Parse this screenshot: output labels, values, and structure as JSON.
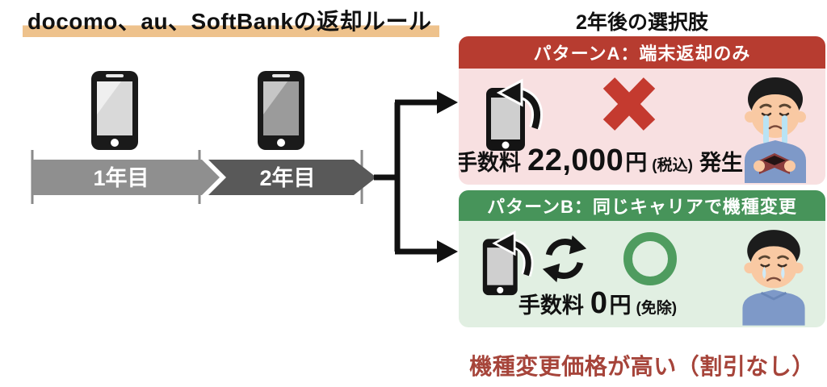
{
  "title": "docomo、au、SoftBankの返却ルール",
  "right": {
    "header": "2年後の選択肢",
    "footer_note": "機種変更価格が高い（割引なし）"
  },
  "timeline": {
    "year1": "1年目",
    "year2": "2年目"
  },
  "pattern_a": {
    "header": "パターンA：端末返却のみ",
    "fee_label": "手数料",
    "fee_amount": "22,000",
    "fee_unit": "円",
    "fee_note": "(税込)",
    "fee_suffix": "発生"
  },
  "pattern_b": {
    "header": "パターンB：同じキャリアで機種変更",
    "fee_label": "手数料",
    "fee_amount": "0",
    "fee_unit": "円",
    "fee_note": "(免除)"
  },
  "icons": {
    "phone_year1": "smartphone",
    "phone_year2": "smartphone",
    "phone_return": "phone-with-return-arrow",
    "cross_mark": "batsu-x-mark",
    "refresh": "model-change-cycle-arrows",
    "circle_mark": "maru-o-mark",
    "crying_man_wallet": "crying-man-with-empty-wallet",
    "sad_man": "sad-crying-man"
  },
  "colors": {
    "title_highlight": "#eec28c",
    "pattern_a_header": "#b73c30",
    "pattern_a_body": "#f8e0e1",
    "cross_mark": "#c43a2f",
    "pattern_b_header": "#47945a",
    "pattern_b_body": "#e1efe2",
    "circle_mark": "#4f9c5f",
    "timeline_year1_bar": "#8f8f8f",
    "timeline_year2_bar": "#595959",
    "branch_lines": "#111111",
    "footer_text": "#a6443a"
  }
}
